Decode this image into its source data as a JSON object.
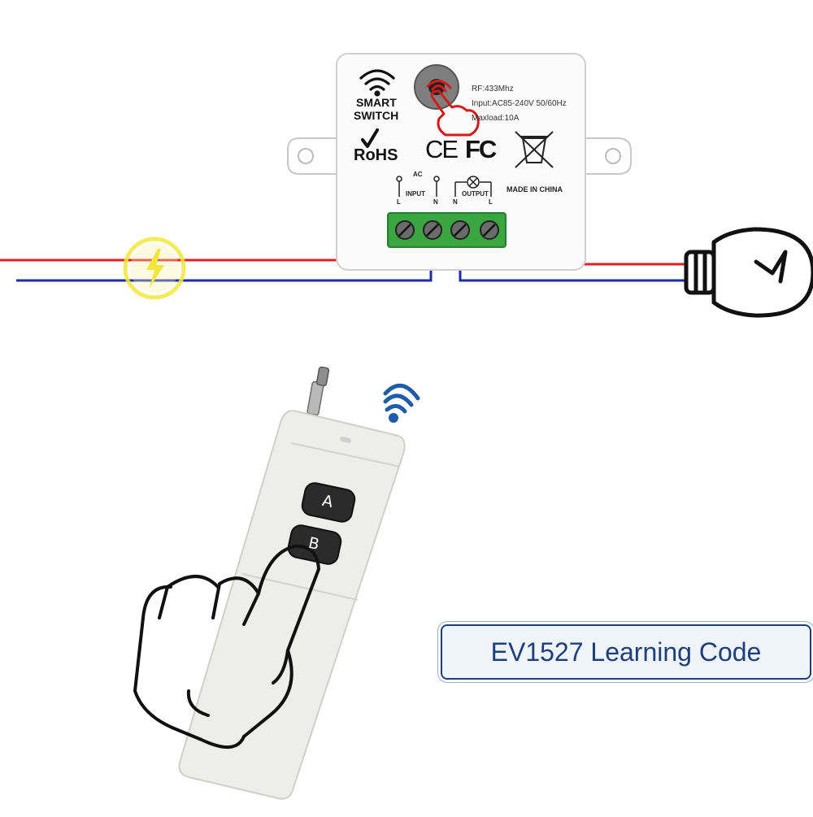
{
  "module": {
    "wifi_icon": "wifi-icon",
    "smart_label": "SMART",
    "switch_label": "SWITCH",
    "rohs_label": "RoHS",
    "spec_rf": "RF:433Mhz",
    "spec_input": "Input:AC85-240V 50/60Hz",
    "spec_maxload": "Maxload:10A",
    "cert_ce": "CE",
    "cert_fc": "FC",
    "ac_label": "AC",
    "input_label": "INPUT",
    "output_label": "OUTPUT",
    "made_in": "MADE IN CHINA",
    "terminal_labels": [
      "L",
      "N",
      "N",
      "L"
    ]
  },
  "remote": {
    "button_a": "A",
    "button_b": "B"
  },
  "badge": {
    "text": "EV1527 Learning Code"
  },
  "colors": {
    "live_wire": "#e02020",
    "neutral_wire": "#1a2aa8",
    "terminal_green": "#3aa640",
    "badge_text": "#1f3f7a",
    "power_yellow": "#f3e63a"
  }
}
